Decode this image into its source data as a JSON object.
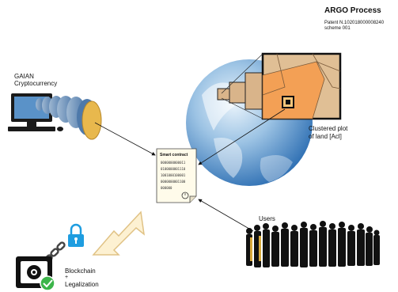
{
  "header": {
    "title": "ARGO Process",
    "patent_line1": "Patent N.102018000008240",
    "patent_line2": "scheme 001"
  },
  "crypto": {
    "line1": "GAIAN",
    "line2": "Cryptocurrency"
  },
  "land": {
    "line1": "Clustered plot",
    "line2": "of land [Acl]"
  },
  "users": {
    "label": "Users"
  },
  "contract": {
    "title": "Smart contract",
    "lines": [
      "0000000000011",
      "0100000001110",
      "1001000100001",
      "0000000001100",
      "000000"
    ]
  },
  "blockchain": {
    "line1": "Blockchain",
    "line2": "+",
    "line3": "Legalization"
  },
  "colors": {
    "globe_blue": "#3f7fc0",
    "land_orange": "#f0a050",
    "land_tan": "#d9b48a",
    "arrow_cream": "#fdf1d2",
    "arrow_outline": "#e0c285",
    "lock_blue": "#1e9de0",
    "check_green": "#3cb54a"
  }
}
